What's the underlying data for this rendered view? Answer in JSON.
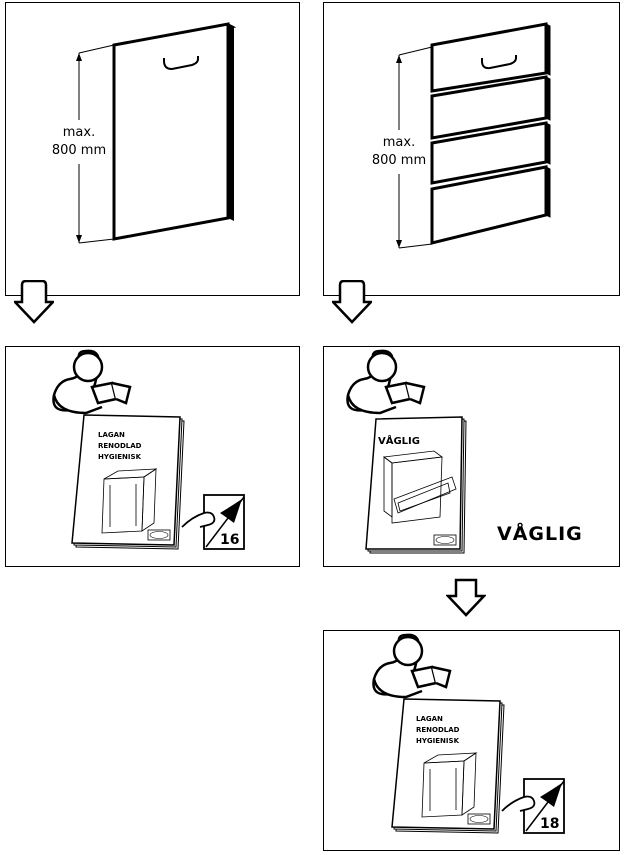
{
  "panel_single_door": {
    "dimension_line1": "max.",
    "dimension_line2": "800 mm"
  },
  "panel_drawer_fronts": {
    "dimension_line1": "max.",
    "dimension_line2": "800 mm"
  },
  "panel_manual_lagan": {
    "book_title_lines": [
      "LAGAN",
      "RENODLAD",
      "HYGIENISK"
    ],
    "page_number": "16"
  },
  "panel_manual_vaglig": {
    "book_title": "VÅGLIG",
    "product_name": "VÅGLIG"
  },
  "panel_manual_lagan_second": {
    "book_title_lines": [
      "LAGAN",
      "RENODLAD",
      "HYGIENISK"
    ],
    "page_number": "18"
  },
  "icons": [
    "down-arrow-icon",
    "reading-person-icon",
    "turn-page-hand-icon",
    "ikea-logo-icon",
    "dishwasher-icon"
  ]
}
